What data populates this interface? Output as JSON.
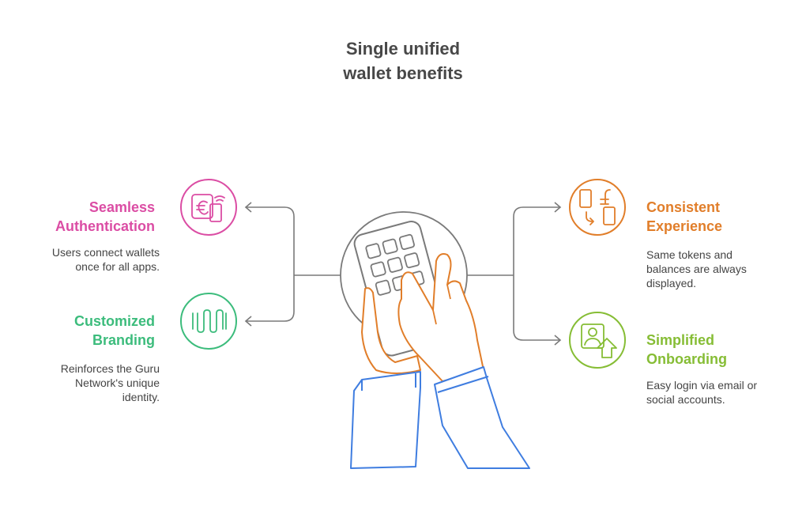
{
  "title": {
    "line1": "Single unified",
    "line2": "wallet benefits"
  },
  "colors": {
    "pink": "#DB4DA4",
    "green": "#3CBC7C",
    "orange": "#E17E2A",
    "lime": "#86BD35",
    "gray": "#7A7A7A",
    "blue": "#3F7DE0"
  },
  "benefits": {
    "seamless": {
      "heading": [
        "Seamless",
        "Authentication"
      ],
      "description": [
        "Users connect wallets",
        "once for all apps."
      ],
      "icon": "wallet-payment-icon"
    },
    "branding": {
      "heading": [
        "Customized",
        "Branding"
      ],
      "description": [
        "Reinforces the Guru",
        "Network's unique",
        "identity."
      ],
      "icon": "wave-pattern-icon"
    },
    "consistent": {
      "heading": [
        "Consistent",
        "Experience"
      ],
      "description": [
        "Same tokens and",
        "balances are always",
        "displayed."
      ],
      "icon": "phone-exchange-icon"
    },
    "onboarding": {
      "heading": [
        "Simplified",
        "Onboarding"
      ],
      "description": [
        "Easy login via email or",
        "social accounts."
      ],
      "icon": "user-upload-icon"
    }
  },
  "center_icon": "hand-tapping-phone-icon"
}
